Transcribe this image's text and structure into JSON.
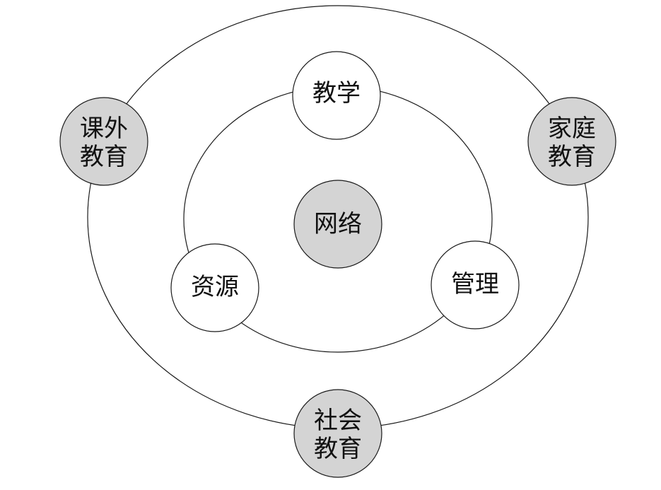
{
  "diagram": {
    "center": {
      "label": "网络"
    },
    "inner_nodes": {
      "top": {
        "label": "教学"
      },
      "left": {
        "label": "资源"
      },
      "right": {
        "label": "管理"
      }
    },
    "outer_nodes": {
      "left": {
        "line1": "课外",
        "line2": "教育"
      },
      "right": {
        "line1": "家庭",
        "line2": "教育"
      },
      "bottom": {
        "line1": "社会",
        "line2": "教育"
      }
    },
    "colors": {
      "gray_fill": "#d4d4d4",
      "white_fill": "#ffffff",
      "stroke": "#1a1a1a"
    }
  }
}
